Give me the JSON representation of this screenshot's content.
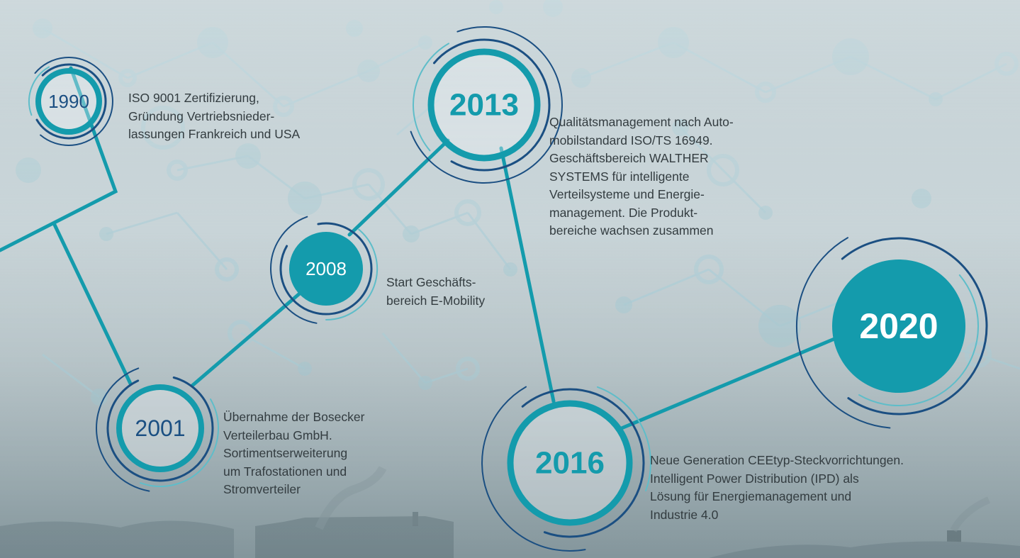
{
  "colors": {
    "teal": "#149bac",
    "teal_light": "#5fbdc9",
    "navy": "#1b4f82",
    "text": "#333c40",
    "bubble": "#9fc7d2"
  },
  "milestones": [
    {
      "id": "m1990",
      "year": "1990",
      "lines": [
        "ISO 9001 Zertifizierung,",
        "Gründung Vertriebsnieder-",
        "lassungen Frankreich und USA"
      ]
    },
    {
      "id": "m2001",
      "year": "2001",
      "lines": [
        "Übernahme der Bosecker",
        "Verteilerbau GmbH.",
        "Sortimentserweiterung",
        "um Trafostationen und",
        "Stromverteiler"
      ]
    },
    {
      "id": "m2008",
      "year": "2008",
      "lines": [
        "Start Geschäfts-",
        "bereich E-Mobility"
      ]
    },
    {
      "id": "m2013",
      "year": "2013",
      "lines": [
        "Qualitätsmanagement nach Auto-",
        "mobilstandard ISO/TS 16949.",
        "Geschäftsbereich WALTHER",
        "SYSTEMS für intelligente",
        "Verteilsysteme und Energie-",
        "management. Die Produkt-",
        "bereiche wachsen zusammen"
      ]
    },
    {
      "id": "m2016",
      "year": "2016",
      "lines": [
        "Neue Generation CEEtyp-Steckvorrichtungen.",
        "Intelligent Power Distribution (IPD) als",
        "Lösung für Energiemanagement und",
        "Industrie 4.0"
      ]
    },
    {
      "id": "m2020",
      "year": "2020",
      "lines": []
    }
  ]
}
